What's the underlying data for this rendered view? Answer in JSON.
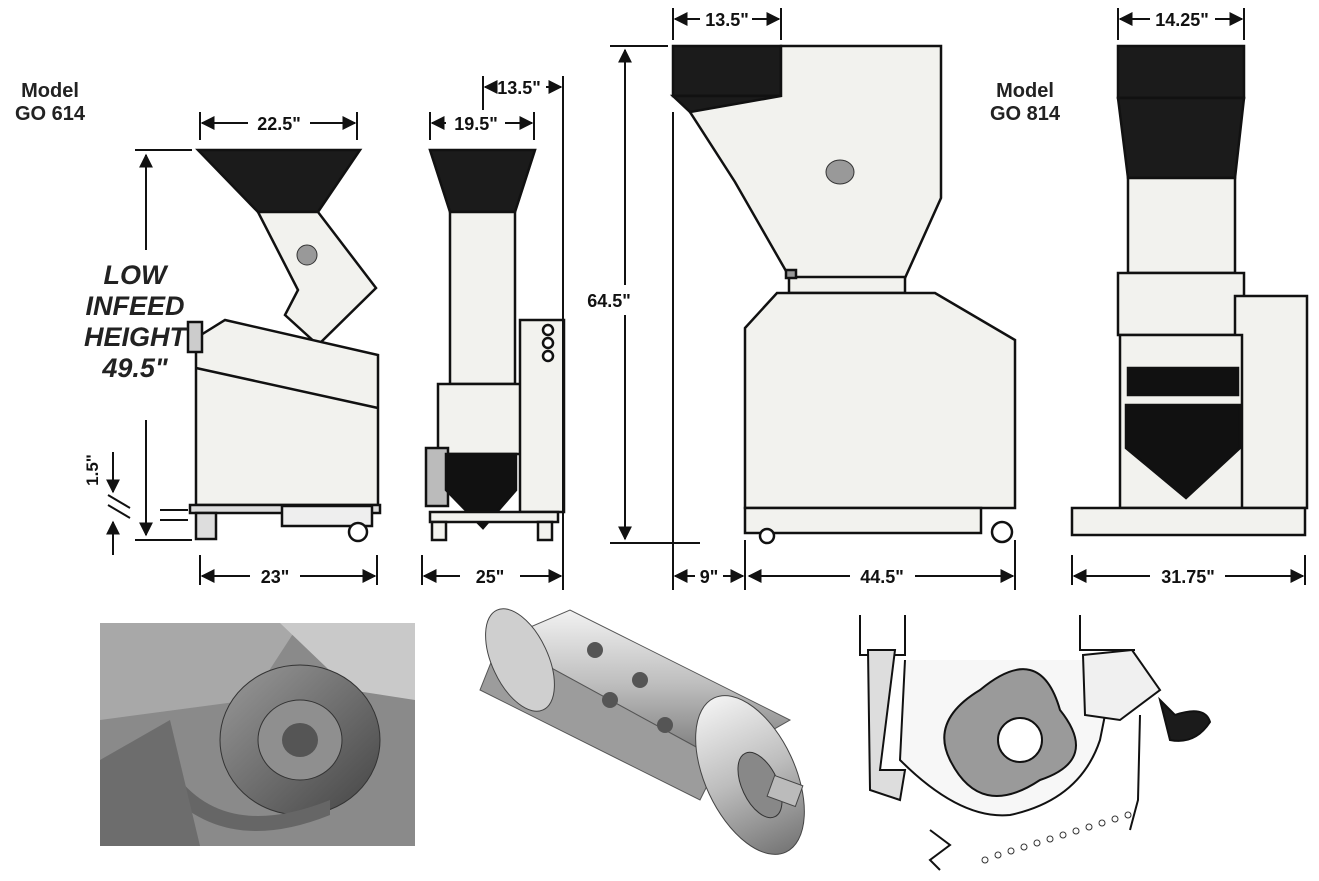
{
  "models": [
    {
      "label_line1": "Model",
      "label_line2": "GO 614"
    },
    {
      "label_line1": "Model",
      "label_line2": "GO 814"
    }
  ],
  "low_infeed": {
    "line1": "LOW",
    "line2": "INFEED",
    "line3": "HEIGHT",
    "line4": "49.5\""
  },
  "dimensions": {
    "go614_hopper_width": "22.5\"",
    "go614_base_width": "23\"",
    "go614_clearance": "1.5\"",
    "go614_side_top": "13.5\"",
    "go614_side_hopper": "19.5\"",
    "go614_side_base": "25\"",
    "go814_total_height": "64.5\"",
    "go814_hopper_top": "13.5\"",
    "go814_offset": "9\"",
    "go814_body_length": "44.5\"",
    "go814_front_hopper": "14.25\"",
    "go814_front_base": "31.75\""
  }
}
